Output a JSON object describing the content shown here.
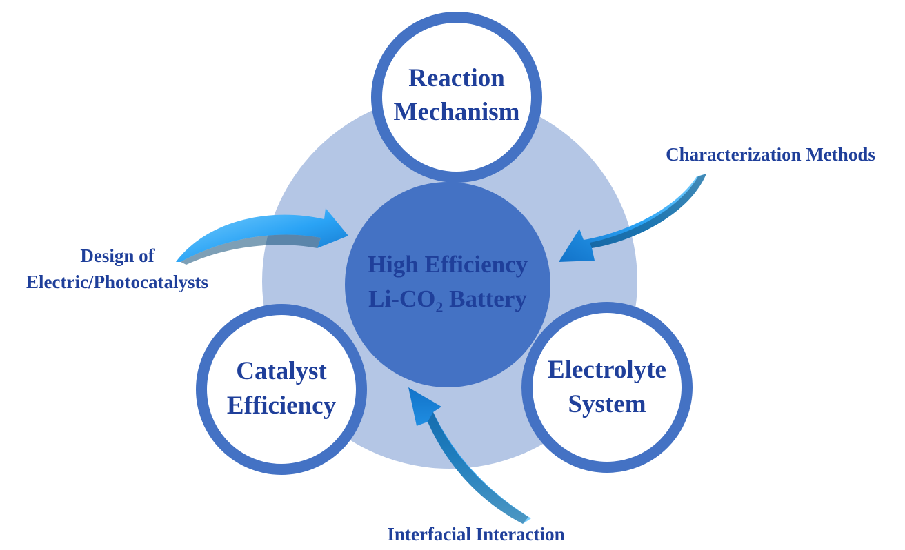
{
  "center": {
    "line1": "High Efficiency",
    "line2_prefix": "Li-CO",
    "line2_subscript": "2",
    "line2_suffix": " Battery"
  },
  "nodes": {
    "top": {
      "line1": "Reaction",
      "line2": "Mechanism"
    },
    "left": {
      "line1": "Catalyst",
      "line2": "Efficiency"
    },
    "right": {
      "line1": "Electrolyte",
      "line2": "System"
    }
  },
  "arrows": {
    "characterization": "Characterization Methods",
    "design_line1": "Design of",
    "design_line2": "Electric/Photocatalysts",
    "interfacial": "Interfacial Interaction"
  },
  "colors": {
    "outer_disc": "#b4c6e5",
    "center_disc": "#4472c4",
    "node_ring": "#4472c4",
    "node_fill": "#ffffff",
    "text": "#1f3f9a",
    "arrow_light": "#48b8ff",
    "arrow_dark": "#12507a"
  }
}
